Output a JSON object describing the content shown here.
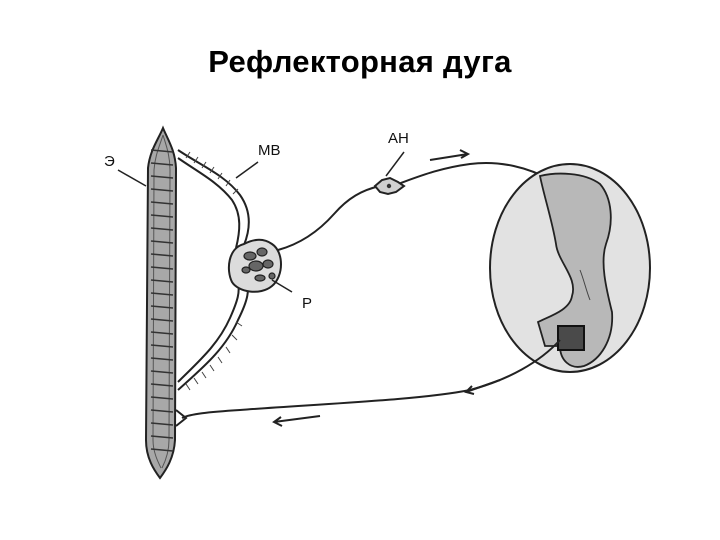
{
  "title": "Рефлекторная дуга",
  "labels": {
    "effector": "Э",
    "muscle_spindle": "МВ",
    "receptor": "Р",
    "afferent_neuron": "АН"
  },
  "colors": {
    "ink": "#222222",
    "muscle_fill": "#a8a8a8",
    "cord_white": "#e2e2e2",
    "cord_grey": "#b8b8b8"
  }
}
